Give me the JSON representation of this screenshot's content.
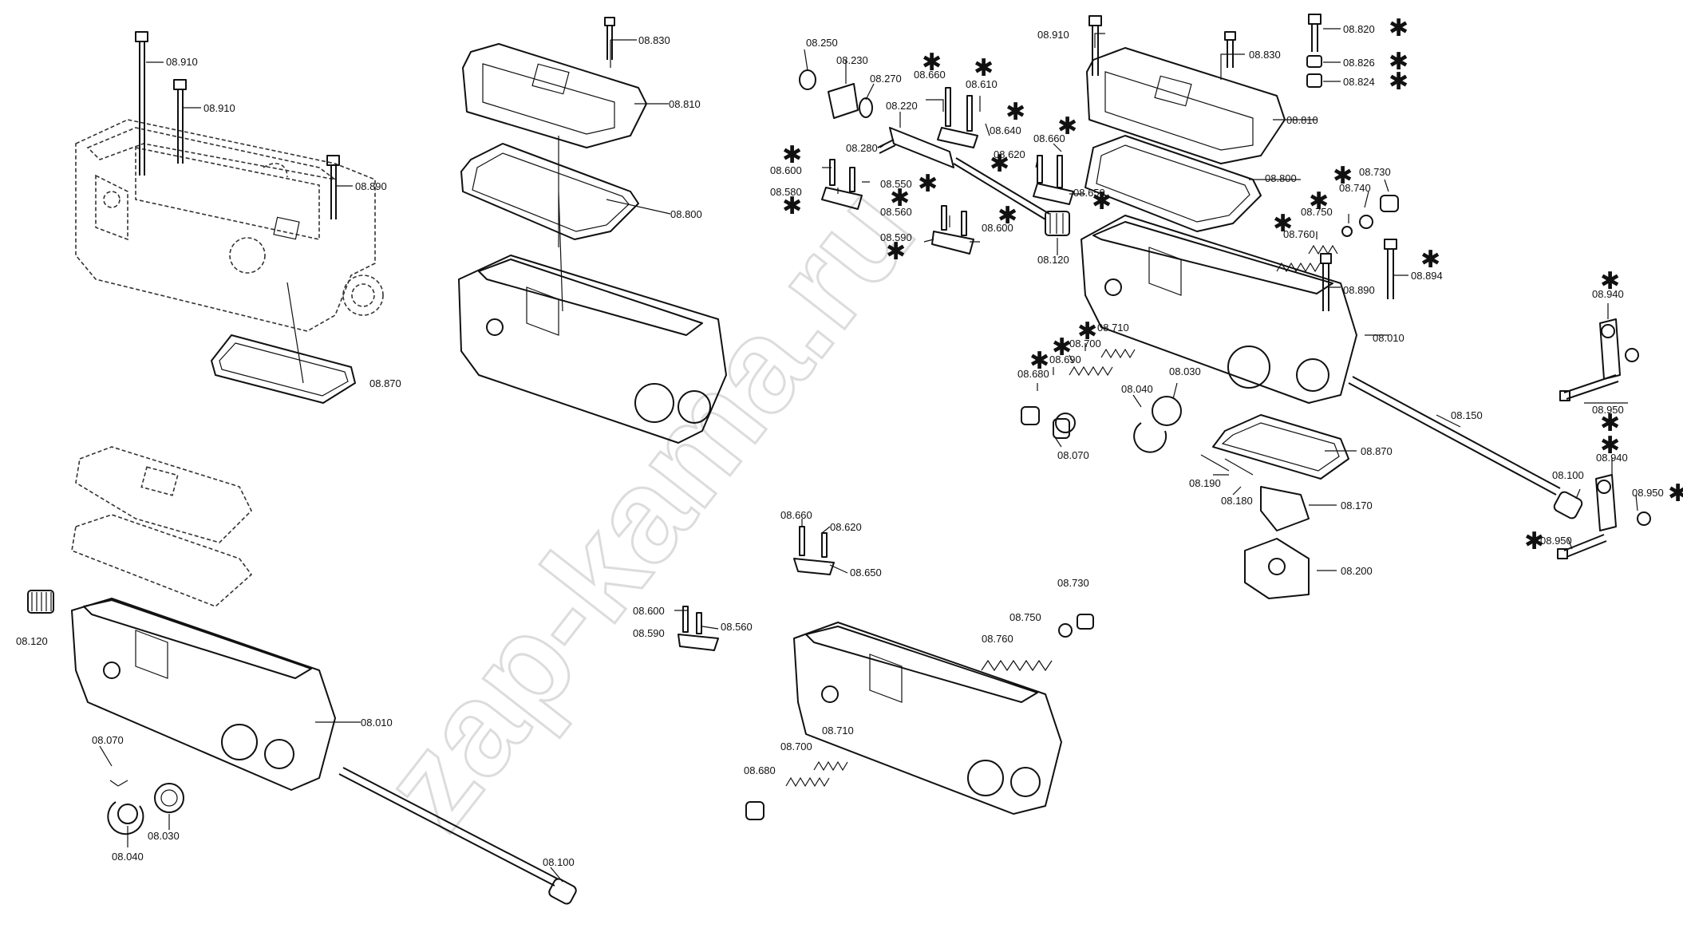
{
  "watermark": "zap-kama.ru",
  "callouts": [
    {
      "id": "08.910a",
      "text": "08.910"
    },
    {
      "id": "08.910b",
      "text": "08.910"
    },
    {
      "id": "08.890a",
      "text": "08.890"
    },
    {
      "id": "08.870a",
      "text": "08.870"
    },
    {
      "id": "08.830a",
      "text": "08.830"
    },
    {
      "id": "08.810a",
      "text": "08.810"
    },
    {
      "id": "08.800a",
      "text": "08.800"
    },
    {
      "id": "08.120a",
      "text": "08.120"
    },
    {
      "id": "08.010a",
      "text": "08.010"
    },
    {
      "id": "08.070a",
      "text": "08.070"
    },
    {
      "id": "08.030a",
      "text": "08.030"
    },
    {
      "id": "08.040a",
      "text": "08.040"
    },
    {
      "id": "08.100a",
      "text": "08.100"
    },
    {
      "id": "08.660a",
      "text": "08.660"
    },
    {
      "id": "08.620a",
      "text": "08.620"
    },
    {
      "id": "08.650a",
      "text": "08.650"
    },
    {
      "id": "08.600a",
      "text": "08.600"
    },
    {
      "id": "08.590a",
      "text": "08.590"
    },
    {
      "id": "08.560a",
      "text": "08.560"
    },
    {
      "id": "08.730a",
      "text": "08.730"
    },
    {
      "id": "08.750a",
      "text": "08.750"
    },
    {
      "id": "08.760a",
      "text": "08.760"
    },
    {
      "id": "08.710a",
      "text": "08.710"
    },
    {
      "id": "08.700a",
      "text": "08.700"
    },
    {
      "id": "08.680a",
      "text": "08.680"
    },
    {
      "id": "08.250",
      "text": "08.250"
    },
    {
      "id": "08.230",
      "text": "08.230"
    },
    {
      "id": "08.270",
      "text": "08.270"
    },
    {
      "id": "08.220",
      "text": "08.220"
    },
    {
      "id": "08.660b",
      "text": "08.660"
    },
    {
      "id": "08.610",
      "text": "08.610"
    },
    {
      "id": "08.640",
      "text": "08.640"
    },
    {
      "id": "08.280",
      "text": "08.280"
    },
    {
      "id": "08.600b",
      "text": "08.600"
    },
    {
      "id": "08.550",
      "text": "08.550"
    },
    {
      "id": "08.580",
      "text": "08.580"
    },
    {
      "id": "08.620b",
      "text": "08.620"
    },
    {
      "id": "08.660c",
      "text": "08.660"
    },
    {
      "id": "08.650b",
      "text": "08.650"
    },
    {
      "id": "08.560b",
      "text": "08.560"
    },
    {
      "id": "08.600c",
      "text": "08.600"
    },
    {
      "id": "08.590b",
      "text": "08.590"
    },
    {
      "id": "08.120b",
      "text": "08.120"
    },
    {
      "id": "08.910c",
      "text": "08.910"
    },
    {
      "id": "08.830b",
      "text": "08.830"
    },
    {
      "id": "08.820",
      "text": "08.820"
    },
    {
      "id": "08.826",
      "text": "08.826"
    },
    {
      "id": "08.824",
      "text": "08.824"
    },
    {
      "id": "08.810b",
      "text": "08.810"
    },
    {
      "id": "08.800b",
      "text": "08.800"
    },
    {
      "id": "08.730b",
      "text": "08.730"
    },
    {
      "id": "08.740",
      "text": "08.740"
    },
    {
      "id": "08.750b",
      "text": "08.750"
    },
    {
      "id": "08.760b",
      "text": "08.760"
    },
    {
      "id": "08.890b",
      "text": "08.890"
    },
    {
      "id": "08.894",
      "text": "08.894"
    },
    {
      "id": "08.010b",
      "text": "08.010"
    },
    {
      "id": "08.710b",
      "text": "08.710"
    },
    {
      "id": "08.700b",
      "text": "08.700"
    },
    {
      "id": "08.690",
      "text": "08.690"
    },
    {
      "id": "08.680b",
      "text": "08.680"
    },
    {
      "id": "08.040b",
      "text": "08.040"
    },
    {
      "id": "08.030b",
      "text": "08.030"
    },
    {
      "id": "08.070b",
      "text": "08.070"
    },
    {
      "id": "08.150",
      "text": "08.150"
    },
    {
      "id": "08.870b",
      "text": "08.870"
    },
    {
      "id": "08.190",
      "text": "08.190"
    },
    {
      "id": "08.180",
      "text": "08.180"
    },
    {
      "id": "08.170",
      "text": "08.170"
    },
    {
      "id": "08.200",
      "text": "08.200"
    },
    {
      "id": "08.100b",
      "text": "08.100"
    },
    {
      "id": "08.940a",
      "text": "08.940"
    },
    {
      "id": "08.950a",
      "text": "08.950"
    },
    {
      "id": "08.940b",
      "text": "08.940"
    },
    {
      "id": "08.950b",
      "text": "08.950"
    },
    {
      "id": "08.950c",
      "text": "08.950"
    }
  ],
  "star_symbol": "✱"
}
